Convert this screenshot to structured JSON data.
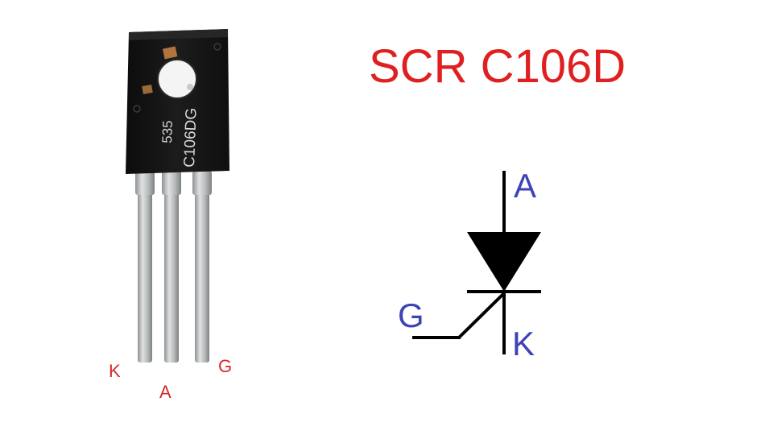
{
  "title": "SCR C106D",
  "component": {
    "marking_line1": "535",
    "marking_line2": "C106DG"
  },
  "pin_labels": {
    "k": "K",
    "a": "A",
    "g": "G"
  },
  "symbol_labels": {
    "anode": "A",
    "gate": "G",
    "cathode": "K"
  },
  "colors": {
    "title": "#e02020",
    "pin_labels": "#d42a2a",
    "symbol_labels": "#3e43b6",
    "symbol_lines": "#000000",
    "body": "#141414",
    "tab": "#1f1f1f",
    "leads": "#b9bcbd",
    "marking": "#d9d9d9"
  }
}
